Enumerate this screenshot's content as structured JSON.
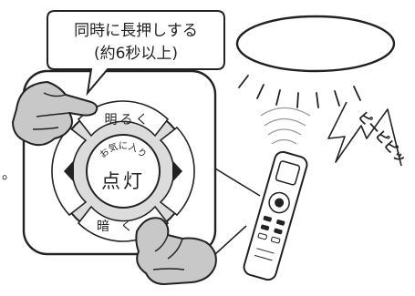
{
  "callout": {
    "line1": "同時に長押しする",
    "line2": "(約6秒以上)"
  },
  "remote_panel": {
    "top_button_label": "明るく",
    "bottom_button_label": "暗く",
    "center_button_top_label": "お気に入り",
    "center_button_main_label": "点灯",
    "left_arrow_icon": "triangle-left-icon",
    "right_arrow_icon": "triangle-right-icon"
  },
  "sound_effect": {
    "text": "ピーピピッ"
  },
  "trailing_mark": "。",
  "colors": {
    "line": "#222222",
    "fill": "#ffffff",
    "hand_fill": "#c8c8c8",
    "shade": "#dcdcdc"
  }
}
